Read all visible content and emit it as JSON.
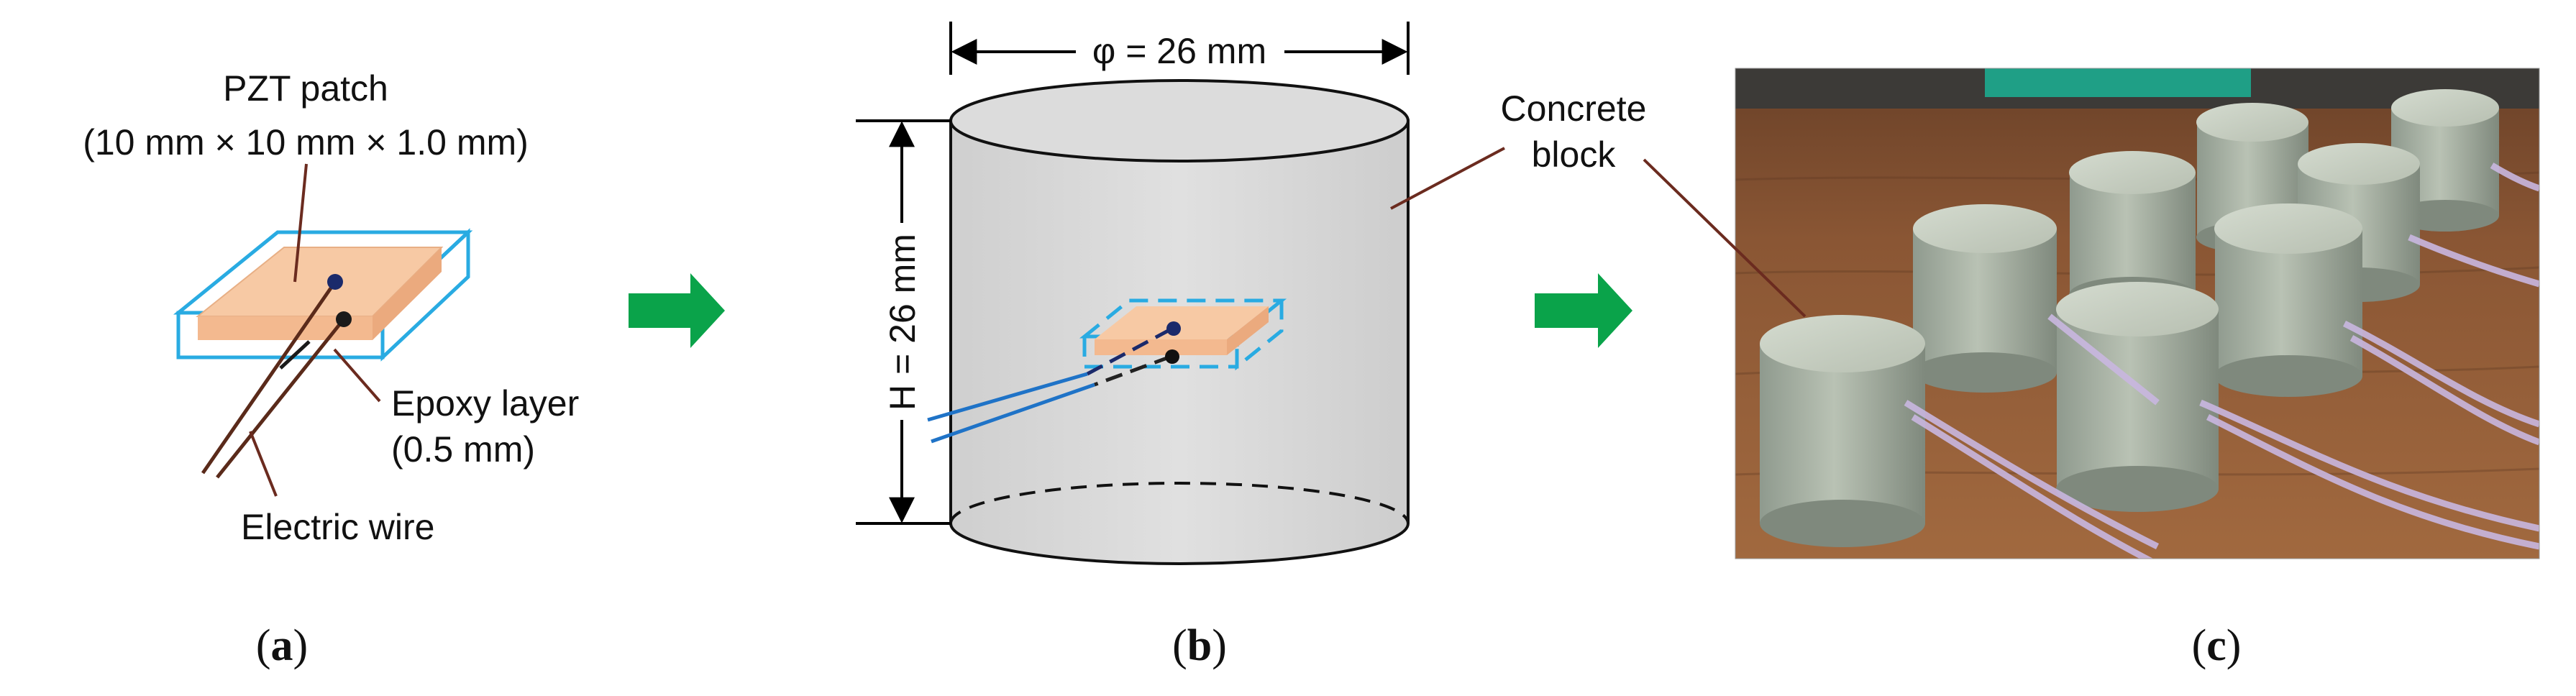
{
  "panel_a": {
    "pzt_label": "PZT patch",
    "pzt_dims": "(10 mm × 10 mm × 1.0 mm)",
    "epoxy_label": "Epoxy layer",
    "epoxy_thickness": "(0.5 mm)",
    "wire_label": "Electric wire",
    "caption_letter": "a"
  },
  "panel_b": {
    "diameter_label": "φ  = 26 mm",
    "height_label": "H = 26 mm",
    "caption_letter": "b"
  },
  "panel_c": {
    "concrete_label_line1": "Concrete",
    "concrete_label_line2": "block",
    "caption_letter": "c"
  },
  "colors": {
    "pzt_fill": "#F7C9A4",
    "epoxy_outline": "#29ABE2",
    "arrow_green": "#0AA34A",
    "cylinder_fill": "#D9D9D9",
    "wire_brown": "#5A2A1A",
    "wire_blue": "#1F73C7",
    "leader_brown": "#6B2B1F"
  }
}
